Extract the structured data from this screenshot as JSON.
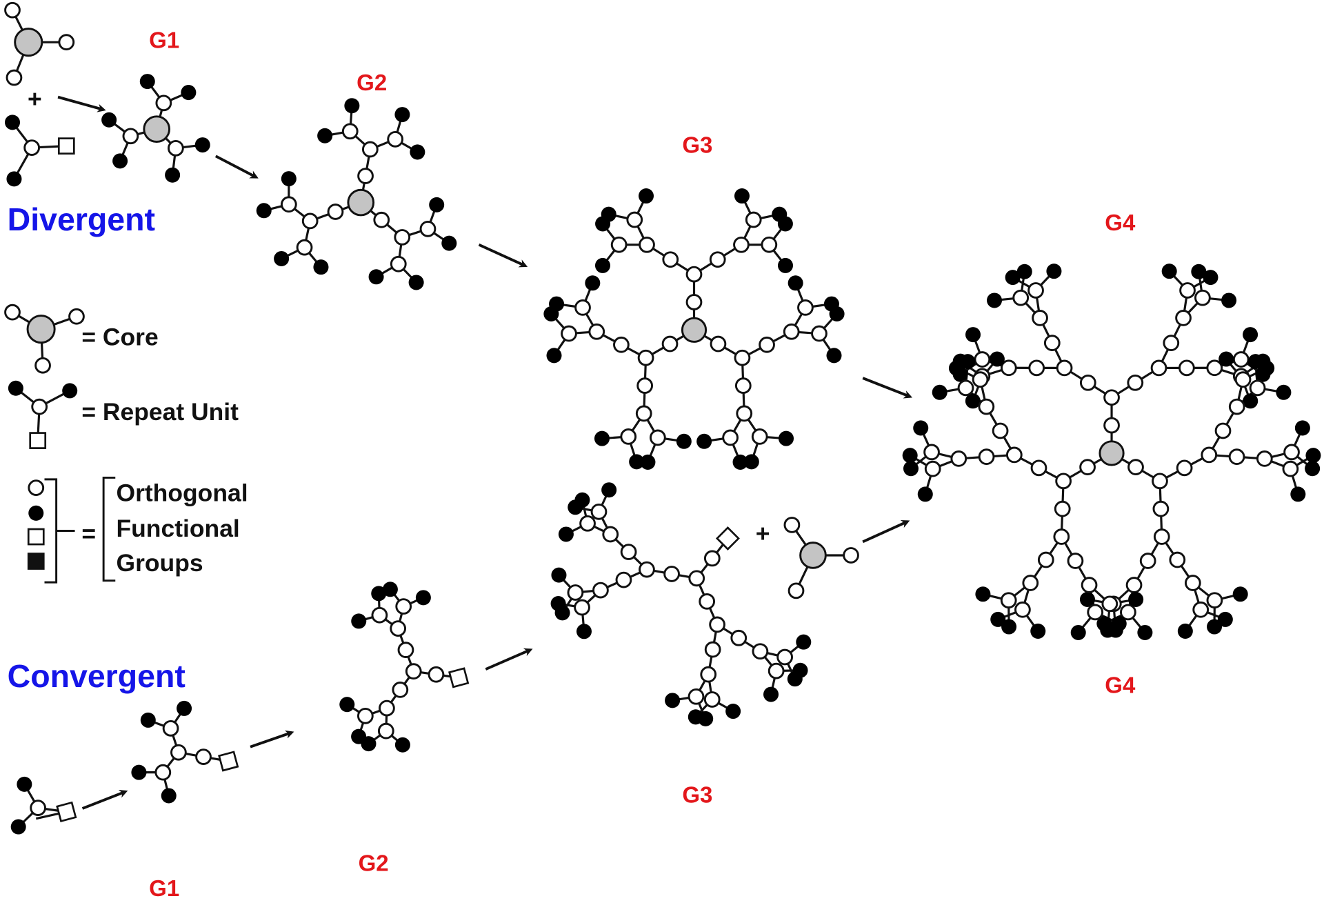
{
  "colors": {
    "generation_label": "#e3171b",
    "strategy_label": "#1515e8",
    "core_fill": "#c4c4c4",
    "terminal_fill": "#000000"
  },
  "strategies": {
    "divergent": "Divergent",
    "convergent": "Convergent"
  },
  "divergent_labels": {
    "g1": "G1",
    "g2": "G2",
    "g3": "G3",
    "g4": "G4"
  },
  "convergent_labels": {
    "g1": "G1",
    "g2": "G2",
    "g3": "G3",
    "g4": "G4"
  },
  "plus_sign": "+",
  "legend": {
    "core": "= Core",
    "repeat_unit": "= Repeat Unit",
    "equals": "=",
    "groups_line1": "Orthogonal",
    "groups_line2": "Functional",
    "groups_line3": "Groups"
  }
}
